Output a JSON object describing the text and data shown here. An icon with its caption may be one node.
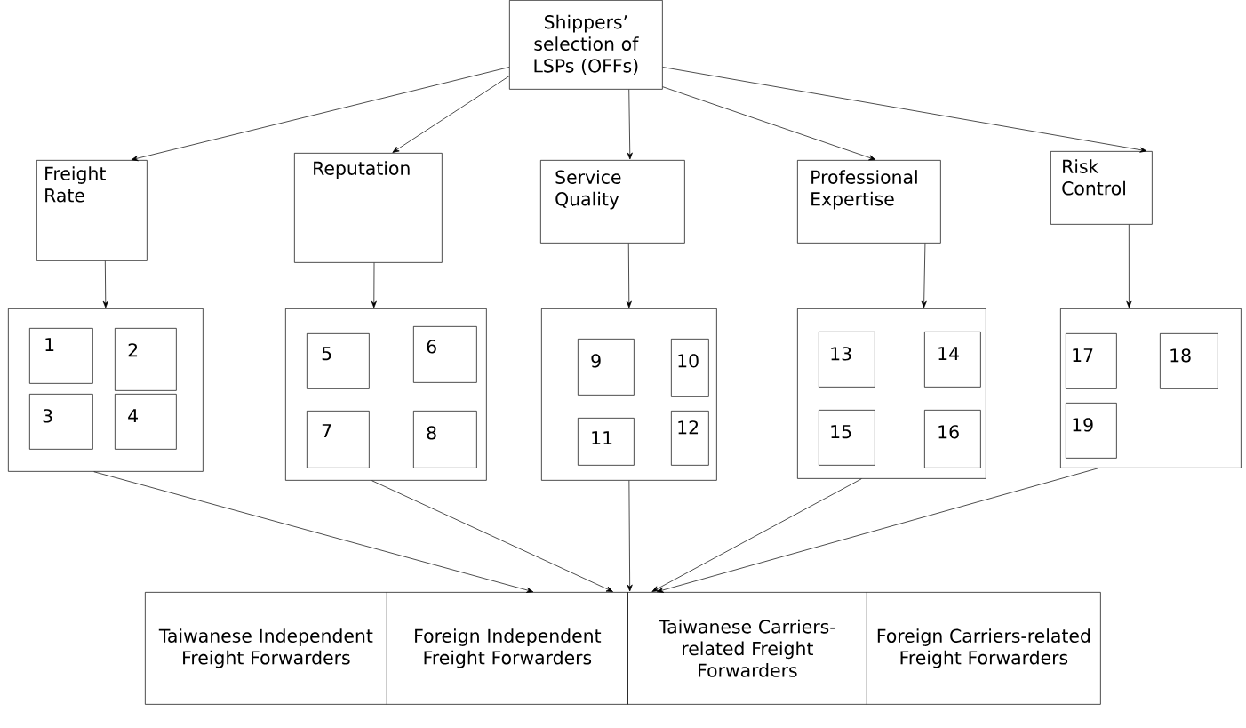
{
  "diagram": {
    "nodes": [
      {
        "text": [
          "Shippers’ selection of LSPs (OFFs)"
        ]
      },
      {
        "text": [
          "Freight Rate"
        ]
      },
      {
        "text": [
          "Reputation"
        ]
      },
      {
        "text": [
          "Service Quality"
        ]
      },
      {
        "text": [
          "Professional Expertise"
        ]
      },
      {
        "text": [
          "Risk Control"
        ]
      },
      {
        "text": [],
        "shape": "box"
      },
      {
        "text": [
          "1"
        ],
        "in": 6
      },
      {
        "text": [
          "2"
        ],
        "in": 6
      },
      {
        "text": [
          "3"
        ],
        "in": 6
      },
      {
        "text": [
          "4"
        ],
        "in": 6
      },
      {
        "text": [],
        "shape": "box"
      },
      {
        "text": [
          "5"
        ],
        "in": 11
      },
      {
        "text": [
          "6"
        ],
        "in": 11
      },
      {
        "text": [
          "7"
        ],
        "in": 11
      },
      {
        "text": [
          "8"
        ],
        "in": 11
      },
      {
        "text": [],
        "shape": "box"
      },
      {
        "text": [
          "9"
        ],
        "in": 16
      },
      {
        "text": [
          "10"
        ],
        "in": 16
      },
      {
        "text": [
          "11"
        ],
        "in": 16
      },
      {
        "text": [
          "12"
        ],
        "in": 16
      },
      {
        "text": [],
        "shape": "box"
      },
      {
        "text": [
          "13"
        ],
        "in": 21
      },
      {
        "text": [
          "14"
        ],
        "in": 21
      },
      {
        "text": [
          "15"
        ],
        "in": 21
      },
      {
        "text": [
          "16"
        ],
        "in": 21
      },
      {
        "text": [],
        "shape": "box"
      },
      {
        "text": [
          "17"
        ],
        "in": 26
      },
      {
        "text": [
          "18"
        ],
        "in": 26
      },
      {
        "text": [
          "19"
        ],
        "in": 26
      },
      {
        "text": [
          "Taiwanese Independent Freight Forwarders"
        ]
      },
      {
        "text": [
          "Foreign Independent Freight Forwarders"
        ]
      },
      {
        "text": [
          "Taiwanese Carriers-related Freight Forwarders"
        ]
      },
      {
        "text": [
          "Foreign Carriers-related Freight Forwarders"
        ]
      }
    ],
    "edges": [
      {
        "from": 0,
        "to": 1,
        "arrow": "to"
      },
      {
        "from": 0,
        "to": 2,
        "arrow": "to"
      },
      {
        "from": 0,
        "to": 3,
        "arrow": "to"
      },
      {
        "from": 0,
        "to": 4,
        "arrow": "to"
      },
      {
        "from": 0,
        "to": 5,
        "arrow": "to"
      },
      {
        "from": 1,
        "to": 6,
        "arrow": "to"
      },
      {
        "from": 2,
        "to": 11,
        "arrow": "to"
      },
      {
        "from": 3,
        "to": 16,
        "arrow": "to"
      },
      {
        "from": 4,
        "to": 21,
        "arrow": "to"
      },
      {
        "from": 5,
        "to": 26,
        "arrow": "to"
      },
      {
        "from": 6,
        "to": 31,
        "arrow": "to"
      },
      {
        "from": 11,
        "to": 31,
        "arrow": "to"
      },
      {
        "from": 16,
        "to": 32,
        "arrow": "to"
      },
      {
        "from": 21,
        "to": 32,
        "arrow": "to"
      },
      {
        "from": 26,
        "to": 32,
        "arrow": "to"
      }
    ]
  }
}
